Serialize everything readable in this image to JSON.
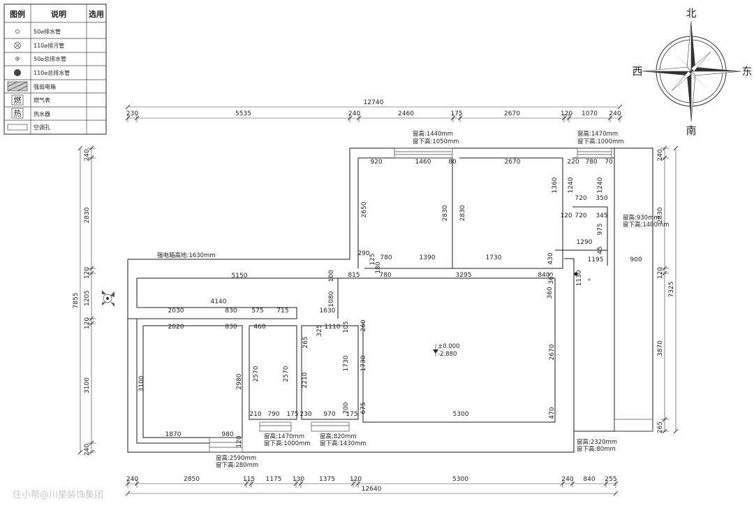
{
  "legend": {
    "headers": [
      "图例",
      "说明",
      "选用"
    ],
    "rows": [
      {
        "symbol": "small-circle",
        "text": "50⌀排水管"
      },
      {
        "symbol": "circle-x",
        "text": "110⌀排污管"
      },
      {
        "symbol": "small-dot-circle",
        "text": "50⌀总排水管"
      },
      {
        "symbol": "filled-circle",
        "text": "110⌀总排水管"
      },
      {
        "symbol": "hatched-box",
        "text": "强弱电箱"
      },
      {
        "symbol": "char-box",
        "char": "燃",
        "text": "燃气表"
      },
      {
        "symbol": "char-box",
        "char": "热",
        "text": "热水器"
      },
      {
        "symbol": "rect",
        "text": "空调孔"
      }
    ]
  },
  "compass": {
    "north": "北",
    "south": "南",
    "east": "东",
    "west": "西"
  },
  "dims": {
    "top_total": "12740",
    "top": [
      "230",
      "5535",
      "240",
      "2460",
      "175",
      "2670",
      "120",
      "1070",
      "240"
    ],
    "bottom_total": "12640",
    "bottom": [
      "240",
      "2850",
      "115",
      "1175",
      "130",
      "1375",
      "120",
      "5300",
      "240",
      "840",
      "255"
    ],
    "left_total": "7855",
    "left": [
      "240",
      "2830",
      "120",
      "1205",
      "120",
      "3100",
      "240"
    ],
    "right_total": "7325",
    "right": [
      "240",
      "2830",
      "120",
      "3870",
      "265"
    ],
    "interior": [
      "920",
      "1460",
      "80",
      "2670",
      "220",
      "780",
      "70",
      "1360",
      "1240",
      "1240",
      "720",
      "350",
      "120",
      "720",
      "345",
      "975",
      "1290",
      "45",
      "2650",
      "2830",
      "2830",
      "290",
      "780",
      "1390",
      "1730",
      "430",
      "1195",
      "900",
      "125",
      "180",
      "815",
      "780",
      "3295",
      "840",
      "365",
      "1130",
      "360",
      "5150",
      "100",
      "1080",
      "4140",
      "2030",
      "830",
      "575",
      "715",
      "1630",
      "2020",
      "830",
      "460",
      "325",
      "1110",
      "105",
      "260",
      "265",
      "3100",
      "2980",
      "2570",
      "2570",
      "2210",
      "1730",
      "1730",
      "2670",
      "1870",
      "980",
      "120",
      "210",
      "790",
      "175",
      "230",
      "970",
      "175",
      "700",
      "675",
      "5300",
      "470"
    ]
  },
  "notes": {
    "win1": "窗高:1440mm",
    "win1b": "窗下高:1050mm",
    "win2": "窗高:1470mm",
    "win2b": "窗下高:1000mm",
    "win3": "窗高:930mm",
    "win3b": "窗下高:1400mm",
    "elec": "强电箱高地:1630mm",
    "win4": "窗高:1470mm",
    "win4b": "窗下高:1000mm",
    "win5": "窗高:820mm",
    "win5b": "窗下高:1430mm",
    "win6": "窗高:2590mm",
    "win6b": "窗下高:280mm",
    "win7": "窗高:2320mm",
    "win7b": "窗下高:80mm",
    "level1": "±0.000",
    "level2": "-2.880"
  },
  "watermark": "住小帮@川星装饰集团"
}
